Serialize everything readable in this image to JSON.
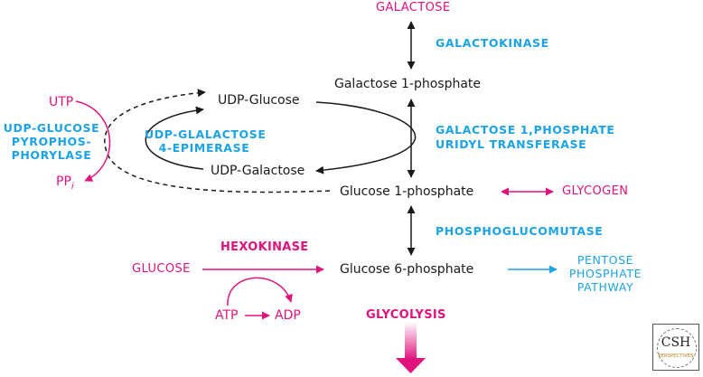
{
  "metabolites": {
    "galactose": "GALACTOSE",
    "galactose_1_phosphate": "Galactose 1-phosphate",
    "udp_glucose": "UDP-Glucose",
    "udp_galactose": "UDP-Galactose",
    "glucose_1_phosphate": "Glucose 1-phosphate",
    "glucose_6_phosphate": "Glucose 6-phosphate",
    "glucose": "GLUCOSE",
    "glycogen": "GLYCOGEN",
    "utp": "UTP",
    "pp": "PP",
    "pp_subscript": "i",
    "atp": "ATP",
    "adp": "ADP",
    "glycolysis": "GLYCOLYSIS"
  },
  "enzymes": {
    "galactokinase": "GALACTOKINASE",
    "transferase": [
      "GALACTOSE 1,PHOSPHATE",
      "URIDYL TRANSFERASE"
    ],
    "epimerase": [
      "UDP-GLALACTOSE",
      "4-EPIMERASE"
    ],
    "pyrophosphorylase": [
      "UDP-GLUCOSE",
      "PYROPHOS-",
      "PHORYLASE"
    ],
    "phosphoglucomutase": "PHOSPHOGLUCOMUTASE",
    "hexokinase": "HEXOKINASE"
  },
  "pentose_pathway": [
    "PENTOSE",
    "PHOSPHATE",
    "PATHWAY"
  ],
  "logo": {
    "main": "CSH",
    "sub": "PERSPECTIVES"
  },
  "colors": {
    "metabolite": "#1a1a1a",
    "magenta": "#e0137d",
    "enzyme_blue": "#1aa3e6"
  }
}
